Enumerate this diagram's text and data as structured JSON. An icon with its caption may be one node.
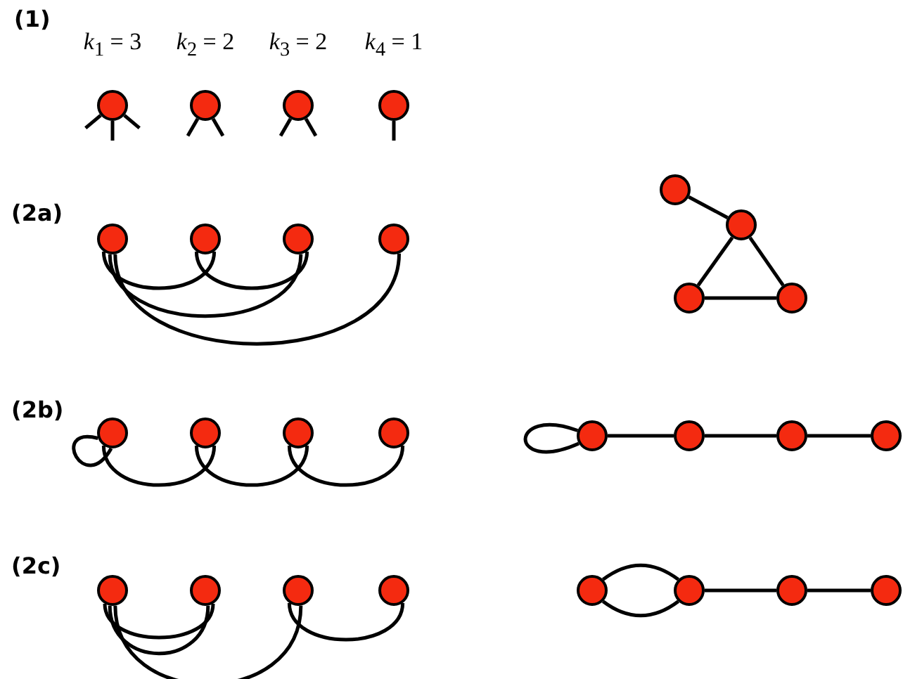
{
  "diagram": {
    "nodes": [
      {
        "text": [],
        "shape": "circle"
      },
      {
        "text": [],
        "shape": "circle"
      },
      {
        "text": [],
        "shape": "circle"
      },
      {
        "text": [],
        "shape": "circle"
      },
      {
        "text": [],
        "shape": "circle"
      },
      {
        "text": [],
        "shape": "circle"
      },
      {
        "text": [],
        "shape": "circle"
      },
      {
        "text": [],
        "shape": "circle"
      },
      {
        "text": [],
        "shape": "circle"
      },
      {
        "text": [],
        "shape": "circle"
      },
      {
        "text": [],
        "shape": "circle"
      },
      {
        "text": [],
        "shape": "circle"
      },
      {
        "text": [],
        "shape": "circle"
      },
      {
        "text": [],
        "shape": "circle"
      },
      {
        "text": [],
        "shape": "circle"
      },
      {
        "text": [],
        "shape": "circle"
      },
      {
        "text": [],
        "shape": "circle"
      },
      {
        "text": [],
        "shape": "circle"
      },
      {
        "text": [],
        "shape": "circle"
      },
      {
        "text": [],
        "shape": "circle"
      },
      {
        "text": [],
        "shape": "circle"
      },
      {
        "text": [],
        "shape": "circle"
      },
      {
        "text": [],
        "shape": "circle"
      },
      {
        "text": [],
        "shape": "circle"
      },
      {
        "text": [],
        "shape": "circle"
      },
      {
        "text": [],
        "shape": "circle"
      },
      {
        "text": [],
        "shape": "circle"
      },
      {
        "text": [],
        "shape": "circle"
      }
    ],
    "edges": [
      {
        "from": 0,
        "to": null,
        "arrow": "none"
      },
      {
        "from": 0,
        "to": null,
        "arrow": "none"
      },
      {
        "from": 0,
        "to": null,
        "arrow": "none"
      },
      {
        "from": 1,
        "to": null,
        "arrow": "none"
      },
      {
        "from": 1,
        "to": null,
        "arrow": "none"
      },
      {
        "from": 2,
        "to": null,
        "arrow": "none"
      },
      {
        "from": 2,
        "to": null,
        "arrow": "none"
      },
      {
        "from": 3,
        "to": null,
        "arrow": "none"
      },
      {
        "from": 4,
        "to": 5,
        "arrow": "none"
      },
      {
        "from": 5,
        "to": 6,
        "arrow": "none"
      },
      {
        "from": 4,
        "to": 6,
        "arrow": "none"
      },
      {
        "from": 4,
        "to": 7,
        "arrow": "none"
      },
      {
        "from": 8,
        "to": 9,
        "arrow": "none"
      },
      {
        "from": 9,
        "to": 10,
        "arrow": "none"
      },
      {
        "from": 9,
        "to": 11,
        "arrow": "none"
      },
      {
        "from": 10,
        "to": 11,
        "arrow": "none"
      },
      {
        "from": 12,
        "to": 12,
        "arrow": "none"
      },
      {
        "from": 12,
        "to": 13,
        "arrow": "none"
      },
      {
        "from": 13,
        "to": 14,
        "arrow": "none"
      },
      {
        "from": 14,
        "to": 15,
        "arrow": "none"
      },
      {
        "from": 16,
        "to": 16,
        "arrow": "none"
      },
      {
        "from": 16,
        "to": 17,
        "arrow": "none"
      },
      {
        "from": 17,
        "to": 18,
        "arrow": "none"
      },
      {
        "from": 18,
        "to": 19,
        "arrow": "none"
      },
      {
        "from": 20,
        "to": 21,
        "arrow": "none"
      },
      {
        "from": 20,
        "to": 21,
        "arrow": "none"
      },
      {
        "from": 20,
        "to": 22,
        "arrow": "none"
      },
      {
        "from": 22,
        "to": 23,
        "arrow": "none"
      },
      {
        "from": 24,
        "to": 25,
        "arrow": "none"
      },
      {
        "from": 24,
        "to": 25,
        "arrow": "none"
      },
      {
        "from": 25,
        "to": 26,
        "arrow": "none"
      },
      {
        "from": 26,
        "to": 27,
        "arrow": "none"
      }
    ],
    "labels": [
      "(1)",
      "*k*$_{1}$ = 3",
      "*k*$_{2}$ = 2",
      "*k*$_{3}$ = 2",
      "*k*$_{4}$ = 1",
      "(2a)",
      "(2b)",
      "(2c)"
    ]
  }
}
